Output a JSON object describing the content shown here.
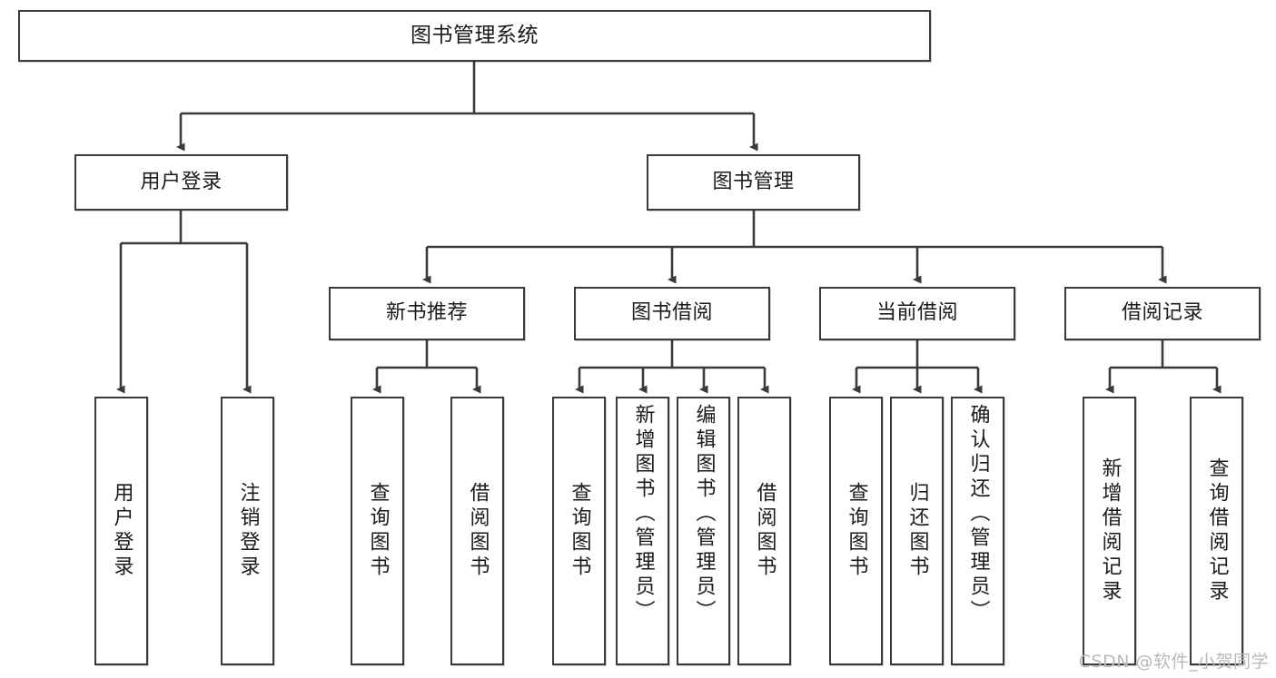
{
  "diagram": {
    "title": "图书管理系统",
    "type": "tree-diagram",
    "root": {
      "label": "图书管理系统"
    },
    "level2": [
      {
        "label": "用户登录"
      },
      {
        "label": "图书管理"
      }
    ],
    "level3": [
      {
        "label": "新书推荐"
      },
      {
        "label": "图书借阅"
      },
      {
        "label": "当前借阅"
      },
      {
        "label": "借阅记录"
      }
    ],
    "leaves": {
      "user_login": [
        {
          "label": "用户登录"
        },
        {
          "label": "注销登录"
        }
      ],
      "new_book_recommend": [
        {
          "label": "查询图书"
        },
        {
          "label": "借阅图书"
        }
      ],
      "book_borrow": [
        {
          "label": "查询图书"
        },
        {
          "label": "新增图书（管理员）"
        },
        {
          "label": "编辑图书（管理员）"
        },
        {
          "label": "借阅图书"
        }
      ],
      "current_borrow": [
        {
          "label": "查询图书"
        },
        {
          "label": "归还图书"
        },
        {
          "label": "确认归还（管理员）"
        }
      ],
      "borrow_record": [
        {
          "label": "新增借阅记录"
        },
        {
          "label": "查询借阅记录"
        }
      ]
    },
    "watermark": "CSDN @软件_小贺同学",
    "colors": {
      "border": "#3a3a3a",
      "text": "#1a1a1a",
      "background": "#ffffff",
      "watermark": "#b9b9b9"
    }
  }
}
